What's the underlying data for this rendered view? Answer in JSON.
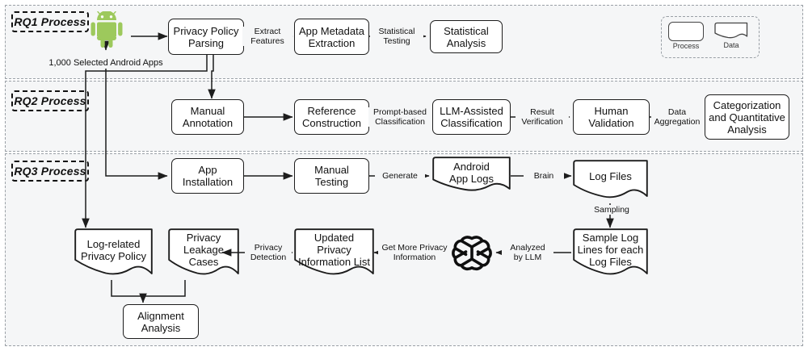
{
  "diagram": {
    "title": "RQ Process Flow Diagram",
    "background_color": "#f5f6f7",
    "node_border_color": "#1d1d1d",
    "android_green": "#a4c639"
  },
  "legend": {
    "process_label": "Process",
    "data_label": "Data"
  },
  "lanes": [
    {
      "id": "rq1",
      "label": "RQ1 Process"
    },
    {
      "id": "rq2",
      "label": "RQ2 Process"
    },
    {
      "id": "rq3",
      "label": "RQ3 Process"
    }
  ],
  "nodes": [
    {
      "id": "android_icon",
      "label": "",
      "type": "icon"
    },
    {
      "id": "privacy_policy",
      "label": "Privacy Policy\nParsing",
      "type": "process"
    },
    {
      "id": "app_metadata",
      "label": "App Metadata\nExtraction",
      "type": "process"
    },
    {
      "id": "statistical_analysis",
      "label": "Statistical\nAnalysis",
      "type": "process"
    },
    {
      "id": "manual_annotation",
      "label": "Manual\nAnnotation",
      "type": "process"
    },
    {
      "id": "reference_constr",
      "label": "Reference\nConstruction",
      "type": "process"
    },
    {
      "id": "llm_classification",
      "label": "LLM-Assisted\nClassification",
      "type": "process"
    },
    {
      "id": "human_validation",
      "label": "Human\nValidation",
      "type": "process"
    },
    {
      "id": "categorization",
      "label": "Categorization\nand Quantitative\nAnalysis",
      "type": "process"
    },
    {
      "id": "app_installation",
      "label": "App\nInstallation",
      "type": "process"
    },
    {
      "id": "manual_testing",
      "label": "Manual\nTesting",
      "type": "process"
    },
    {
      "id": "android_app_logs",
      "label": "Android\nApp Logs",
      "type": "data"
    },
    {
      "id": "log_files",
      "label": "Log Files",
      "type": "data"
    },
    {
      "id": "sample_log_lines",
      "label": "Sample Log\nLines for each\nLog Files",
      "type": "data"
    },
    {
      "id": "openai_icon",
      "label": "",
      "type": "icon"
    },
    {
      "id": "updated_privacy_list",
      "label": "Updated\nPrivacy\nInformation List",
      "type": "data"
    },
    {
      "id": "privacy_leakage",
      "label": "Privacy\nLeakage\nCases",
      "type": "data"
    },
    {
      "id": "log_related_policy",
      "label": "Log-related\nPrivacy Policy",
      "type": "data"
    },
    {
      "id": "alignment_analysis",
      "label": "Alignment\nAnalysis",
      "type": "process"
    }
  ],
  "edge_labels": {
    "selected_apps": "1,000 Selected Android Apps",
    "extract_features": "Extract\nFeatures",
    "statistical_testing": "Statistical\nTesting",
    "prompt_based": "Prompt-based\nClassification",
    "result_verification": "Result\nVerification",
    "data_aggregation": "Data\nAggregation",
    "generate": "Generate",
    "brain": "Brain",
    "sampling": "Sampling",
    "analyzed_by_llm": "Analyzed\nby LLM",
    "get_more_privacy": "Get More Privacy\nInformation",
    "privacy_detection": "Privacy\nDetection"
  }
}
